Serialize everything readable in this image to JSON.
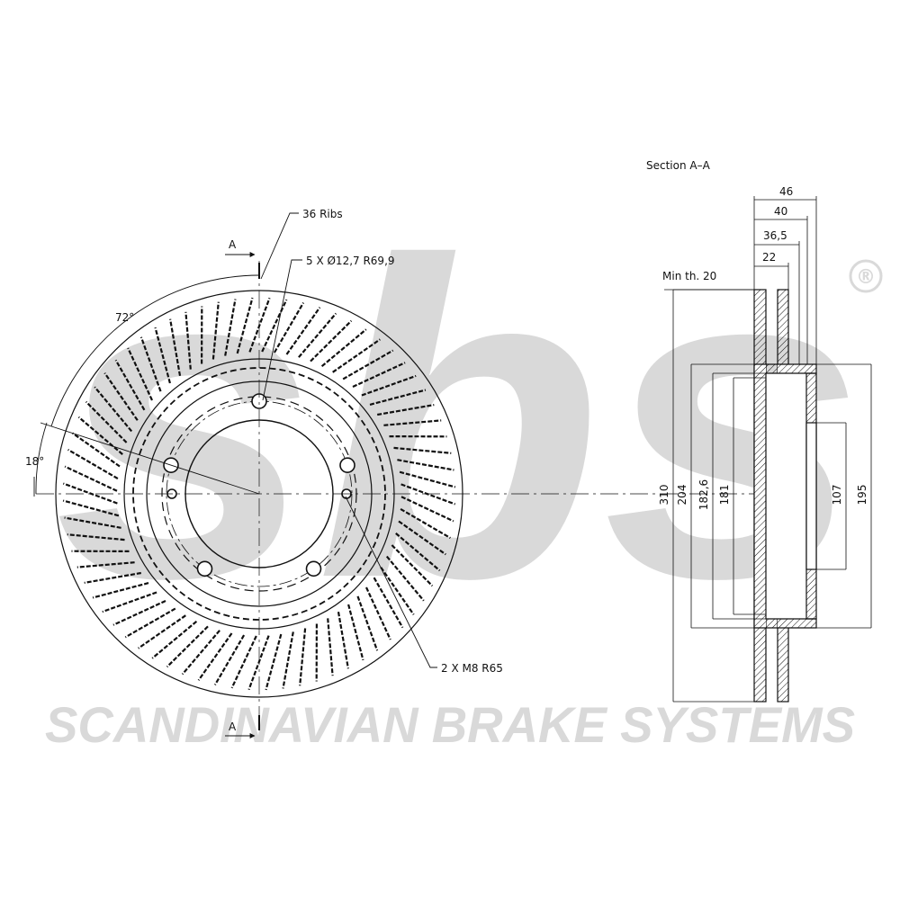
{
  "brand": {
    "logo_text": "sbs",
    "registered_mark": "®",
    "slogan": "SCANDINAVIAN BRAKE SYSTEMS",
    "watermark_color": "#d9d9d9"
  },
  "front_view": {
    "section_marker_top": "A",
    "section_marker_bottom": "A",
    "ribs_label": "36  Ribs",
    "bolt_holes_label": "5  X  Ø12,7     R69,9",
    "thread_holes_label": "2  X  M8     R65",
    "angle_bolt_pattern": "72°",
    "angle_offset": "18°"
  },
  "section_view": {
    "title": "Section  A–A",
    "min_thickness_label": "Min  th.  20",
    "thickness_dims": [
      "46",
      "40",
      "36,5",
      "22"
    ],
    "diameter_dims": [
      "310",
      "204",
      "182,6",
      "181",
      "107",
      "195"
    ]
  },
  "colors": {
    "line": "#111111",
    "watermark": "#d9d9d9"
  }
}
